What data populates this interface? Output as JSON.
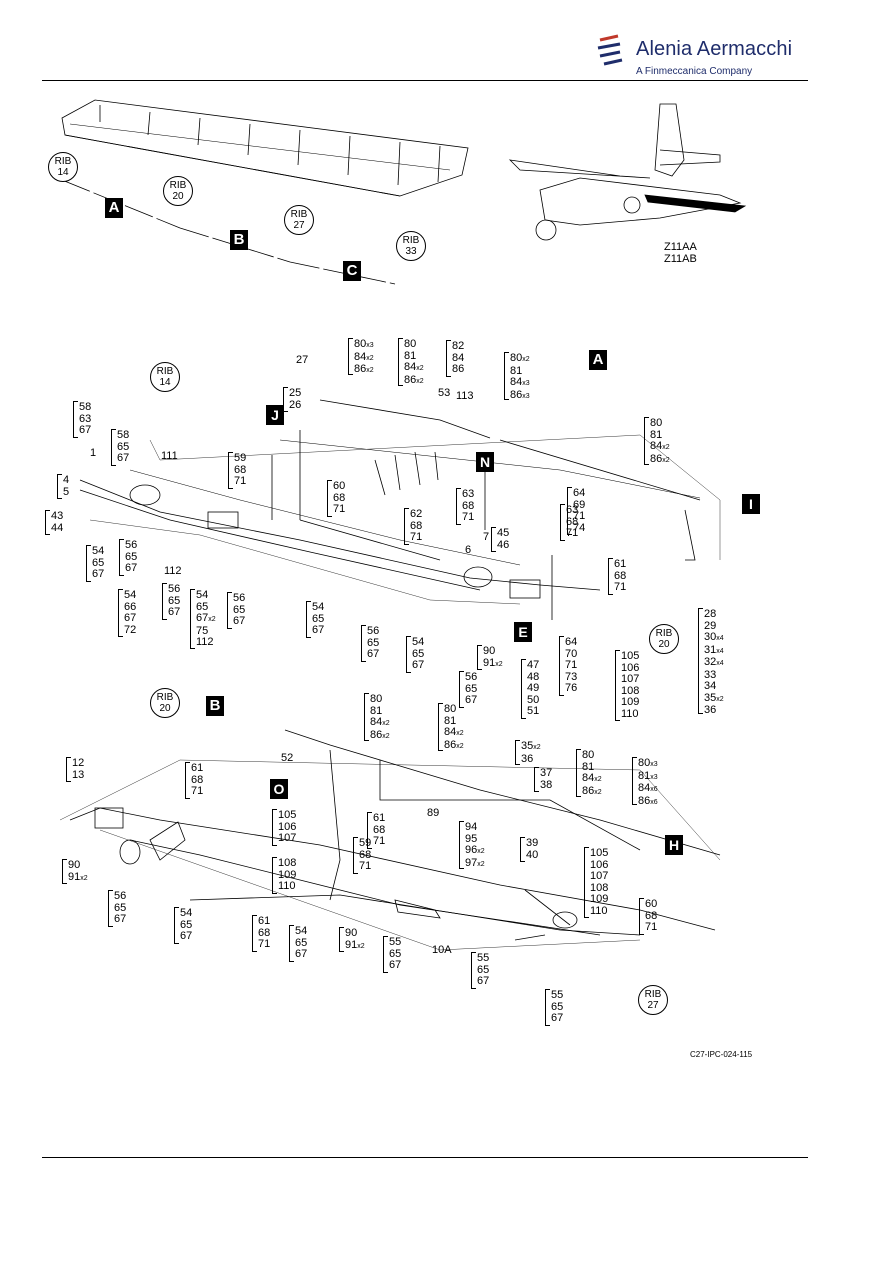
{
  "logo": {
    "company": "Alenia Aermacchi",
    "tagline": "A Finmeccanica Company"
  },
  "figure_reference": "C27-IPC-024-115",
  "aircraft_zones": [
    "Z11AA",
    "Z11AB"
  ],
  "wing_overview": {
    "rib_labels": [
      {
        "line1": "RIB",
        "line2": "14"
      },
      {
        "line1": "RIB",
        "line2": "20"
      },
      {
        "line1": "RIB",
        "line2": "27"
      },
      {
        "line1": "RIB",
        "line2": "33"
      }
    ],
    "section_labels": [
      "A",
      "B",
      "C"
    ]
  },
  "view_A": {
    "title": "A",
    "ribs": [
      {
        "line1": "RIB",
        "line2": "14"
      },
      {
        "line1": "RIB",
        "line2": "20"
      }
    ],
    "detail_flags": [
      "J",
      "N",
      "I",
      "E"
    ],
    "refs": [
      "27",
      "25\n26",
      "80x3\n84x2\n86x2",
      "80\n81\n84x2\n86x2",
      "82\n84\n86",
      "80x2\n81\n84x3\n86x3",
      "53",
      "113",
      "58\n63\n67",
      "58\n65\n67",
      "1",
      "111",
      "59\n68\n71",
      "4\n5",
      "43\n44",
      "60\n68\n71",
      "63\n68\n71",
      "62\n68\n71",
      "45\n46",
      "6",
      "7",
      "63\n68\n71",
      "64\n69\n71\n74",
      "80\n81\n84x2\n86x2",
      "54\n65\n67",
      "56\n65\n67",
      "112",
      "54\n66\n67\n72",
      "56\n65\n67",
      "54\n65\n67x2\n75\n112",
      "56\n65\n67",
      "54\n65\n67",
      "56\n65\n67",
      "54\n65\n67",
      "90\n91x2",
      "56\n65\n67",
      "47\n48\n49\n50\n51",
      "64\n70\n71\n73\n76",
      "61\n68\n71",
      "105\n106\n107\n108\n109\n110",
      "28\n29\n30x4\n31x4\n32x4\n33\n34\n35x2\n36"
    ]
  },
  "view_B": {
    "title": "B",
    "ribs": [
      {
        "line1": "RIB",
        "line2": "20"
      },
      {
        "line1": "RIB",
        "line2": "27"
      }
    ],
    "detail_flags": [
      "O",
      "H"
    ],
    "refs": [
      "80\n81\n84x2\n86x2",
      "80\n81\n84x2\n86x2",
      "35x2\n36",
      "80\n81\n84x2\n86x2",
      "80x3\n81x3\n84x6\n86x6",
      "52",
      "12\n13",
      "61\n68\n71",
      "37\n38",
      "89",
      "105\n106\n107",
      "61\n68\n71",
      "94\n95\n96x2\n97x2",
      "39\n40",
      "59\n68\n71",
      "90\n91x2",
      "108\n109\n110",
      "105\n106\n107\n108\n109\n110",
      "56\n65\n67",
      "54\n65\n67",
      "61\n68\n71",
      "54\n65\n67",
      "90\n91x2",
      "55\n65\n67",
      "10A",
      "55\n65\n67",
      "60\n68\n71",
      "55\n65\n67"
    ]
  }
}
